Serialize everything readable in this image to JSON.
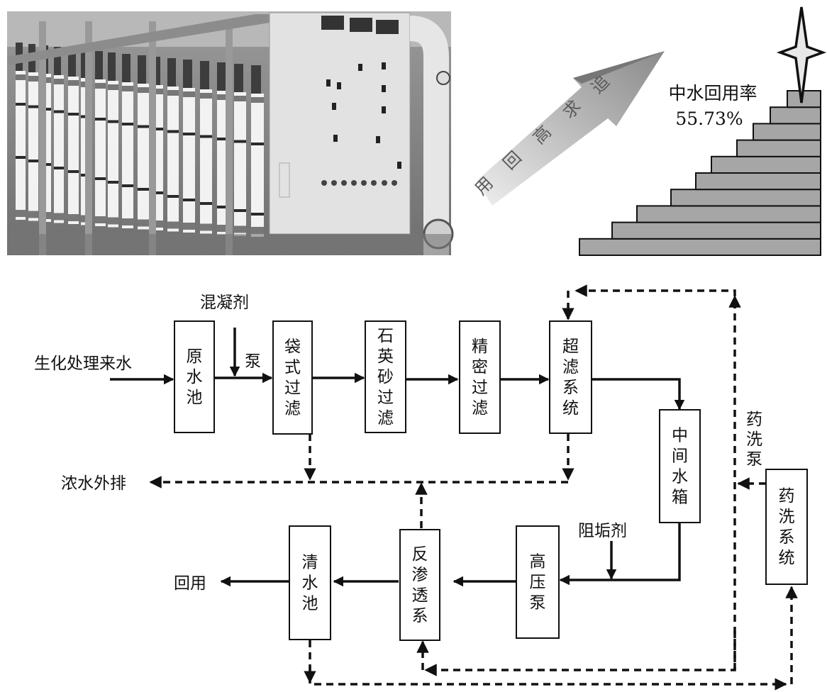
{
  "photo": {
    "subject": "ultrafiltration membrane equipment with control cabinet",
    "tone": "grayscale"
  },
  "infographic": {
    "arrow_text": [
      "追",
      "求",
      "高",
      "回",
      "用"
    ],
    "rate_label": "中水回用率",
    "rate_value": "55.73%",
    "stair_steps": 10,
    "star_icon": "four-point-star"
  },
  "flowchart": {
    "inputs": {
      "source": "生化处理来水",
      "coagulant": "混凝剂",
      "pump": "泵",
      "antiscalant": "阻垢剂",
      "wash_pump": "药洗泵"
    },
    "outputs": {
      "concentrate": "浓水外排",
      "reuse": "回用"
    },
    "units": [
      {
        "id": "raw",
        "chars": [
          "原",
          "水",
          "池"
        ]
      },
      {
        "id": "bag",
        "chars": [
          "袋",
          "式",
          "过",
          "滤"
        ]
      },
      {
        "id": "quartz",
        "chars": [
          "石",
          "英",
          "砂",
          "过",
          "滤"
        ]
      },
      {
        "id": "precision",
        "chars": [
          "精",
          "密",
          "过",
          "滤"
        ]
      },
      {
        "id": "uf",
        "chars": [
          "超",
          "滤",
          "系",
          "统"
        ]
      },
      {
        "id": "tank",
        "chars": [
          "中",
          "间",
          "水",
          "箱"
        ]
      },
      {
        "id": "chem",
        "chars": [
          "药",
          "洗",
          "系",
          "统"
        ]
      },
      {
        "id": "hp",
        "chars": [
          "高",
          "压",
          "泵"
        ]
      },
      {
        "id": "ro",
        "chars": [
          "反",
          "渗",
          "透",
          "系"
        ]
      },
      {
        "id": "clear",
        "chars": [
          "清",
          "水",
          "池"
        ]
      }
    ],
    "colors": {
      "line": "#111111",
      "box_fill": "#ffffff",
      "stair_fill": "#a6a6a6"
    }
  }
}
